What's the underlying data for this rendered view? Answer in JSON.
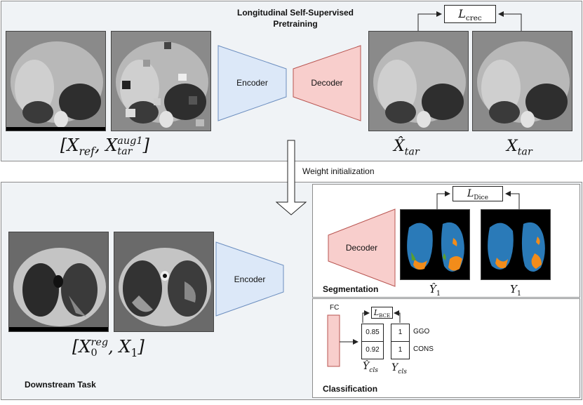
{
  "pretraining": {
    "title_line1": "Longitudinal Self-Supervised",
    "title_line2": "Pretraining",
    "encoder_label": "Encoder",
    "decoder_label": "Decoder",
    "loss": {
      "symbol": "L",
      "subscript": "crec"
    },
    "input_label": {
      "base1": "X",
      "sub1": "ref",
      "base2": "X",
      "sub2": "tar",
      "sup2": "aug1"
    },
    "pred_label": {
      "base": "X̂",
      "sub": "tar"
    },
    "target_label": {
      "base": "X",
      "sub": "tar"
    }
  },
  "transfer": {
    "label": "Weight initialization"
  },
  "downstream": {
    "title": "Downstream Task",
    "encoder_label": "Encoder",
    "input_label": {
      "base1": "X",
      "sub1": "0",
      "sup1": "reg",
      "base2": "X",
      "sub2": "1"
    },
    "segmentation": {
      "title": "Segmentation",
      "decoder_label": "Decoder",
      "loss": {
        "symbol": "L",
        "subscript": "Dice"
      },
      "pred_label": {
        "base": "Ŷ",
        "sub": "1"
      },
      "target_label": {
        "base": "Y",
        "sub": "1"
      }
    },
    "classification": {
      "title": "Classification",
      "fc_label": "FC",
      "loss": {
        "symbol": "L",
        "subscript": "BCE"
      },
      "pred_values": [
        "0.85",
        "0.92"
      ],
      "target_values": [
        "1",
        "1"
      ],
      "class_names": [
        "GGO",
        "CONS"
      ],
      "pred_label": {
        "base": "Ŷ",
        "sub": "cls"
      },
      "target_label": {
        "base": "Y",
        "sub": "cls"
      }
    }
  },
  "colors": {
    "encoder_fill": "#dce8f8",
    "encoder_stroke": "#6c8ebf",
    "decoder_fill": "#f8cecc",
    "decoder_stroke": "#b85450",
    "panel_bg": "#f0f3f6",
    "seg_blue": "#2a7ab8",
    "seg_orange": "#f28c1a",
    "seg_green": "#5a9e2f"
  }
}
